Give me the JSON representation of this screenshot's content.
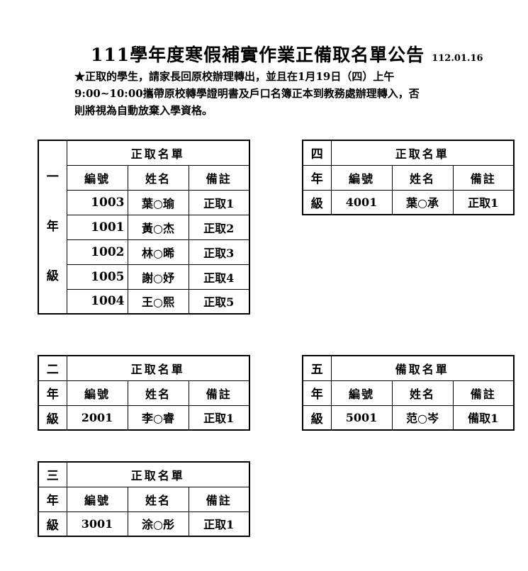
{
  "header": {
    "title": "111學年度寒假補實作業正備取名單公告",
    "date": "112.01.16"
  },
  "notice": {
    "line1": "★正取的學生，請家長回原校辦理轉出，並且在1月19日（四）上午",
    "line2": "9:00~10:00攜帶原校轉學證明書及戶口名簿正本到教務處辦理轉入，否",
    "line3": "則將視為自動放棄入學資格。"
  },
  "grade1": {
    "side": [
      "一",
      "年",
      "級"
    ],
    "list_title": "正取名單",
    "columns": [
      "編號",
      "姓名",
      "備註"
    ],
    "rows": [
      {
        "id": "1003",
        "name": "葉○瑜",
        "note": "正取1"
      },
      {
        "id": "1001",
        "name": "黃○杰",
        "note": "正取2"
      },
      {
        "id": "1002",
        "name": "林○晞",
        "note": "正取3"
      },
      {
        "id": "1005",
        "name": "謝○妤",
        "note": "正取4"
      },
      {
        "id": "1004",
        "name": "王○熙",
        "note": "正取5"
      }
    ]
  },
  "grade2": {
    "side": [
      "二",
      "年",
      "級"
    ],
    "list_title": "正取名單",
    "columns": [
      "編號",
      "姓名",
      "備註"
    ],
    "rows": [
      {
        "id": "2001",
        "name": "李○睿",
        "note": "正取1"
      }
    ]
  },
  "grade3": {
    "side": [
      "三",
      "年",
      "級"
    ],
    "list_title": "正取名單",
    "columns": [
      "編號",
      "姓名",
      "備註"
    ],
    "rows": [
      {
        "id": "3001",
        "name": "涂○彤",
        "note": "正取1"
      }
    ]
  },
  "grade4": {
    "side": [
      "四",
      "年",
      "級"
    ],
    "list_title": "正取名單",
    "columns": [
      "編號",
      "姓名",
      "備註"
    ],
    "rows": [
      {
        "id": "4001",
        "name": "葉○承",
        "note": "正取1"
      }
    ]
  },
  "grade5": {
    "side": [
      "五",
      "年",
      "級"
    ],
    "list_title": "備取名單",
    "columns": [
      "編號",
      "姓名",
      "備註"
    ],
    "rows": [
      {
        "id": "5001",
        "name": "范○岑",
        "note": "備取1"
      }
    ]
  }
}
